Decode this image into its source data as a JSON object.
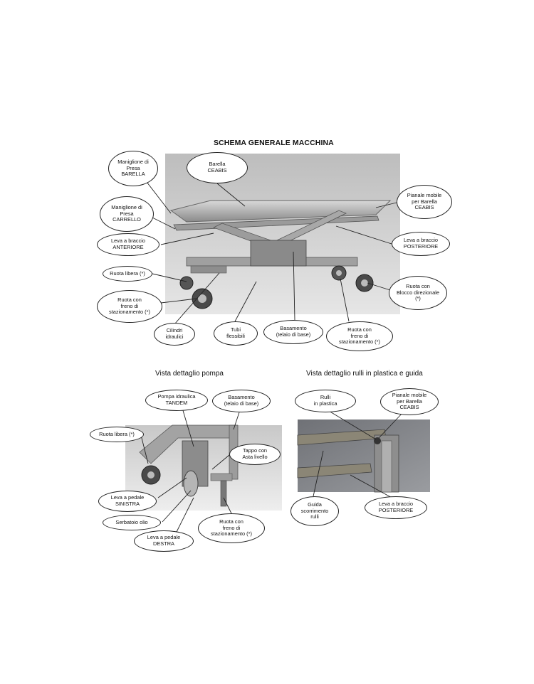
{
  "main": {
    "title": "SCHEMA GENERALE MACCHINA",
    "callouts": [
      "Maniglione di\nPresa\nBARELLA",
      "Barella\nCEABIS",
      "Pianale mobile\nper Barella\nCEABIS",
      "Maniglione di\nPresa\nCARRELLO",
      "Leva a braccio\nANTERIORE",
      "Leva a braccio\nPOSTERIORE",
      "Ruota libera (*)",
      "Ruota con\nBlocco direzionale\n(*)",
      "Ruota con\nfreno di\nstazionamento (*)",
      "Cilindri\nidraulici",
      "Tubi\nflessibili",
      "Basamento\n(telaio di base)",
      "Ruota con\nfreno di\nstazionamento (*)"
    ]
  },
  "pump": {
    "title": "Vista dettaglio pompa",
    "callouts": [
      "Pompa idraulica\nTANDEM",
      "Basamento\n(telaio di base)",
      "Ruota libera (*)",
      "Tappo con\nAsta livello",
      "Leva a pedale\nSINISTRA",
      "Serbatoio olio",
      "Leva a pedale\nDESTRA",
      "Ruota con\nfreno di\nstazionamento (*)"
    ]
  },
  "rollers": {
    "title": "Vista dettaglio rulli in plastica e guida",
    "callouts": [
      "Rulli\nin plastica",
      "Pianale mobile\nper Barella\nCEABIS",
      "Guida\nscorrimento\nrulli",
      "Leva a braccio\nPOSTERIORE"
    ]
  }
}
